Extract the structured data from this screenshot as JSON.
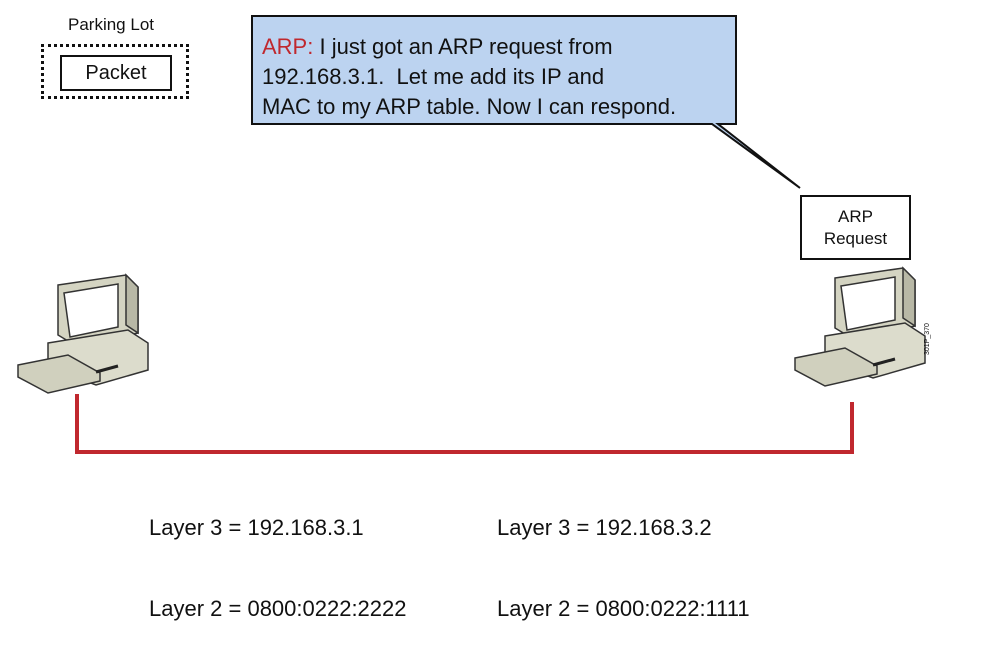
{
  "parking_lot": {
    "title": "Parking Lot",
    "packet_label": "Packet"
  },
  "bubble": {
    "keyword": "ARP:",
    "line1_rest": " I just got an ARP request from",
    "line2": "192.168.3.1.  Let me add its IP and",
    "line3": "MAC to my ARP table. Now I can respond."
  },
  "arp_request": {
    "line1": "ARP",
    "line2": "Request"
  },
  "host_left": {
    "layer3": "Layer 3 = 192.168.3.1",
    "layer2": "Layer 2 = 0800:0222:2222"
  },
  "host_right": {
    "layer3": "Layer 3 = 192.168.3.2",
    "layer2": "Layer 2 = 0800:0222:1111"
  },
  "figure_code": "301P_370",
  "colors": {
    "bubble_fill": "#bcd3f0",
    "link": "#c0282e",
    "keyword": "#c0282e",
    "computer_body": "#dcdccc",
    "screen": "#ffffff"
  }
}
